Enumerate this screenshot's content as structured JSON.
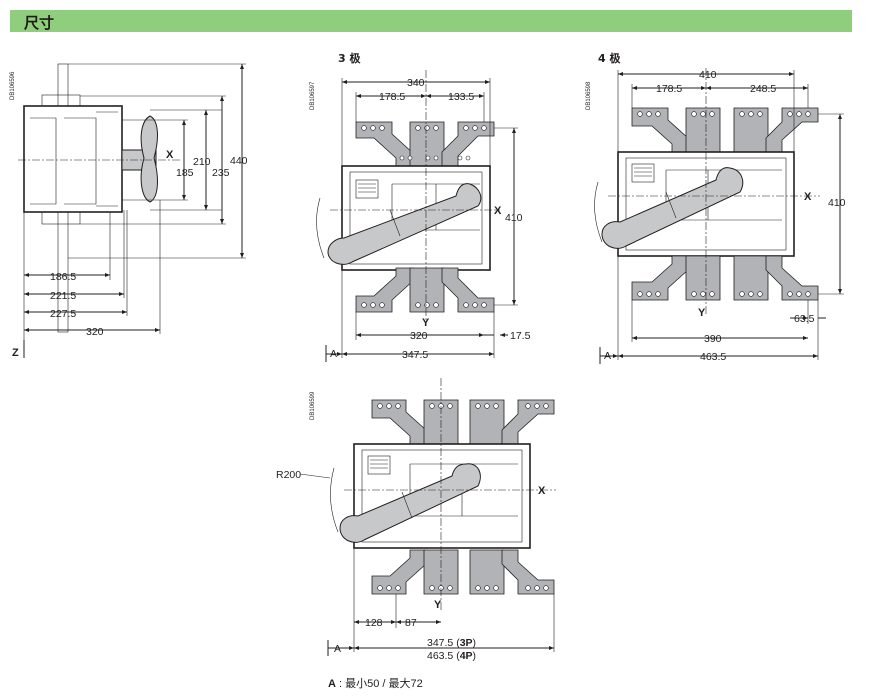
{
  "header": {
    "title": "尺寸"
  },
  "views": {
    "side": {
      "code": "DB106596",
      "dims": {
        "d186": "186.5",
        "d221": "221.5",
        "d227": "227.5",
        "d320": "320",
        "d185": "185",
        "d210": "210",
        "d235": "235",
        "d440": "440"
      },
      "axis_x": "X",
      "axis_z": "Z"
    },
    "pole3": {
      "code": "DB106597",
      "label": "3 极",
      "dims": {
        "top": "340",
        "d178": "178.5",
        "d133": "133.5",
        "d410": "410",
        "d320": "320",
        "d17": "17.5",
        "d347": "347.5"
      },
      "axis_x": "X",
      "axis_y": "Y",
      "axis_a": "A"
    },
    "pole4": {
      "code": "DB106598",
      "label": "4 极",
      "dims": {
        "top": "410",
        "d178": "178.5",
        "d248": "248.5",
        "d410": "410",
        "d63": "63.5",
        "d390": "390",
        "d463": "463.5"
      },
      "axis_x": "X",
      "axis_y": "Y",
      "axis_a": "A"
    },
    "front": {
      "code": "DB106599",
      "dims": {
        "r200": "R200",
        "d128": "128",
        "d87": "87",
        "w3_val": "347.5 (",
        "w3_tag": "3P",
        "w3_end": ")",
        "w4_val": "463.5 (",
        "w4_tag": "4P",
        "w4_end": ")"
      },
      "axis_x": "X",
      "axis_y": "Y",
      "axis_a": "A"
    }
  },
  "footnote": {
    "label": "A",
    "text": " : 最小50 / 最大72"
  }
}
